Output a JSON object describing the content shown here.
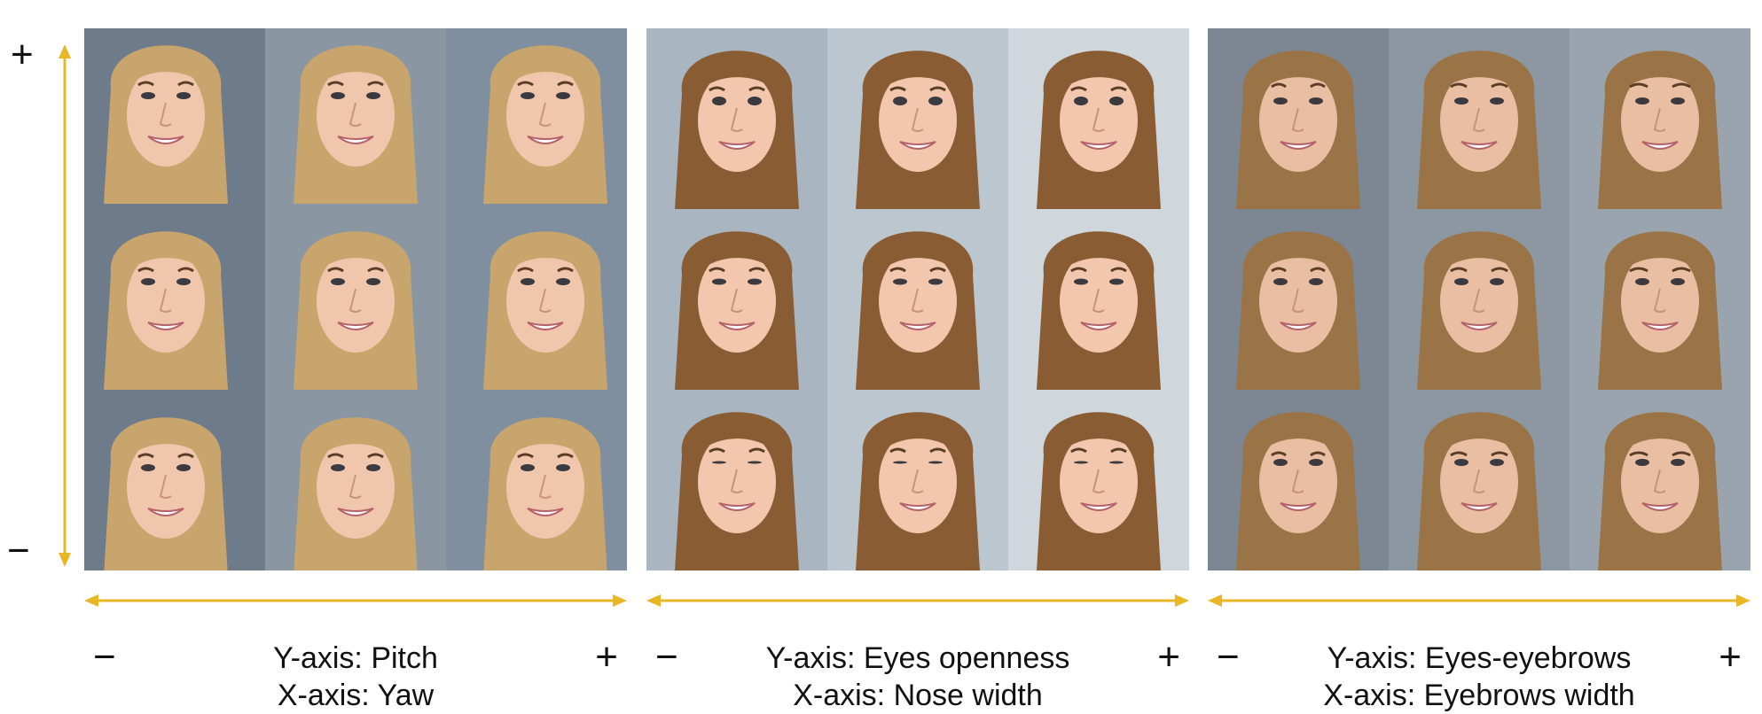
{
  "vertical_axis": {
    "plus": "+",
    "minus": "−"
  },
  "panels": [
    {
      "y_axis_label": "Y-axis: Pitch",
      "x_axis_label": "X-axis: Yaw",
      "minus": "−",
      "plus": "+",
      "background_tones": [
        "#6d7b8a",
        "#8a97a3",
        "#7f8f9f"
      ],
      "hair_color": "#c9a56e",
      "skin_color": "#f0c7ad"
    },
    {
      "y_axis_label": "Y-axis: Eyes openness",
      "x_axis_label": "X-axis: Nose width",
      "minus": "−",
      "plus": "+",
      "background_tones": [
        "#a9b6c2",
        "#bcc6cf",
        "#cfd6dc"
      ],
      "hair_color": "#8a5c33",
      "skin_color": "#f2c7ad"
    },
    {
      "y_axis_label": "Y-axis: Eyes-eyebrows",
      "x_axis_label": "X-axis: Eyebrows width",
      "minus": "−",
      "plus": "+",
      "background_tones": [
        "#7c8793",
        "#8c97a2",
        "#9aa4ae"
      ],
      "hair_color": "#9a7446",
      "skin_color": "#e9bea3"
    }
  ],
  "accent_color": "#e9b626"
}
